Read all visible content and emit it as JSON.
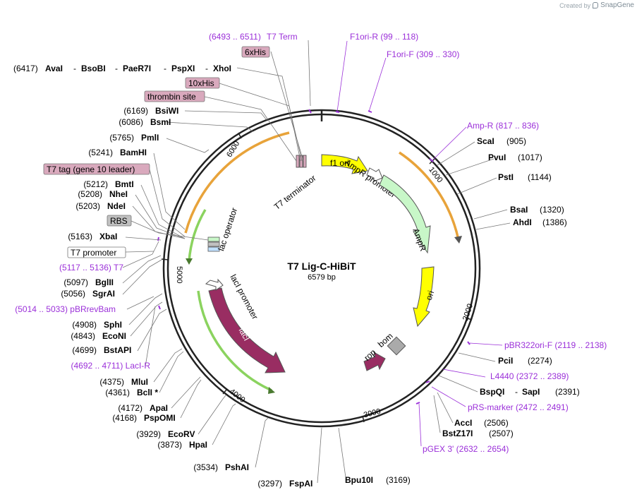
{
  "credit": {
    "prefix": "Created by",
    "brand": "SnapGene"
  },
  "plasmid": {
    "name": "T7 Lig-C-HiBiT",
    "length": "6579 bp",
    "size": 6579
  },
  "ticks": [
    "1000",
    "2000",
    "3000",
    "4000",
    "5000",
    "6000"
  ],
  "features": [
    {
      "name": "T7 terminator",
      "type": "terminator"
    },
    {
      "name": "f1 ori",
      "type": "rep_origin"
    },
    {
      "name": "AmpR promoter",
      "type": "promoter"
    },
    {
      "name": "AmpR",
      "type": "CDS"
    },
    {
      "name": "ori",
      "type": "rep_origin"
    },
    {
      "name": "bom",
      "type": "misc"
    },
    {
      "name": "rop",
      "type": "CDS"
    },
    {
      "name": "lacI",
      "type": "CDS"
    },
    {
      "name": "lacI promoter",
      "type": "promoter"
    },
    {
      "name": "lac operator",
      "type": "protein_bind"
    }
  ],
  "left_labels": [
    {
      "kind": "primer",
      "name": "T7 Term",
      "range": "(6493 .. 6511)"
    },
    {
      "kind": "box",
      "name": "6xHis"
    },
    {
      "kind": "enzymes",
      "pos": "(6417)",
      "names": [
        "AvaI",
        "BsoBI",
        "PaeR7I",
        "PspXI",
        "XhoI"
      ]
    },
    {
      "kind": "box",
      "name": "10xHis"
    },
    {
      "kind": "box",
      "name": "thrombin site"
    },
    {
      "kind": "site",
      "pos": "(6169)",
      "name": "BsiWI"
    },
    {
      "kind": "site",
      "pos": "(6086)",
      "name": "BsmI"
    },
    {
      "kind": "site",
      "pos": "(5765)",
      "name": "PmlI"
    },
    {
      "kind": "site",
      "pos": "(5241)",
      "name": "BamHI"
    },
    {
      "kind": "box",
      "name": "T7 tag (gene 10 leader)"
    },
    {
      "kind": "site",
      "pos": "(5212)",
      "name": "BmtI"
    },
    {
      "kind": "site",
      "pos": "(5208)",
      "name": "NheI"
    },
    {
      "kind": "site",
      "pos": "(5203)",
      "name": "NdeI"
    },
    {
      "kind": "graybox",
      "name": "RBS"
    },
    {
      "kind": "site",
      "pos": "(5163)",
      "name": "XbaI"
    },
    {
      "kind": "whitebox",
      "name": "T7 promoter"
    },
    {
      "kind": "primer",
      "name": "T7",
      "range": "(5117 .. 5136)"
    },
    {
      "kind": "site",
      "pos": "(5097)",
      "name": "BglII"
    },
    {
      "kind": "site",
      "pos": "(5056)",
      "name": "SgrAI"
    },
    {
      "kind": "primer",
      "name": "pBRrevBam",
      "range": "(5014 .. 5033)"
    },
    {
      "kind": "site",
      "pos": "(4908)",
      "name": "SphI"
    },
    {
      "kind": "site",
      "pos": "(4843)",
      "name": "EcoNI"
    },
    {
      "kind": "site",
      "pos": "(4699)",
      "name": "BstAPI"
    },
    {
      "kind": "primer",
      "name": "LacI-R",
      "range": "(4692 .. 4711)"
    },
    {
      "kind": "site",
      "pos": "(4375)",
      "name": "MluI"
    },
    {
      "kind": "site",
      "pos": "(4361)",
      "name": "BclI *"
    },
    {
      "kind": "site",
      "pos": "(4172)",
      "name": "ApaI"
    },
    {
      "kind": "site",
      "pos": "(4168)",
      "name": "PspOMI"
    },
    {
      "kind": "site",
      "pos": "(3929)",
      "name": "EcoRV"
    },
    {
      "kind": "site",
      "pos": "(3873)",
      "name": "HpaI"
    },
    {
      "kind": "site",
      "pos": "(3534)",
      "name": "PshAI"
    },
    {
      "kind": "site",
      "pos": "(3297)",
      "name": "FspAI"
    }
  ],
  "right_labels": [
    {
      "kind": "primer",
      "name": "F1ori-R",
      "range": "(99 .. 118)"
    },
    {
      "kind": "primer",
      "name": "F1ori-F",
      "range": "(309 .. 330)"
    },
    {
      "kind": "primer",
      "name": "Amp-R",
      "range": "(817 .. 836)"
    },
    {
      "kind": "site",
      "name": "ScaI",
      "pos": "(905)"
    },
    {
      "kind": "site",
      "name": "PvuI",
      "pos": "(1017)"
    },
    {
      "kind": "site",
      "name": "PstI",
      "pos": "(1144)"
    },
    {
      "kind": "site",
      "name": "BsaI",
      "pos": "(1320)"
    },
    {
      "kind": "site",
      "name": "AhdI",
      "pos": "(1386)"
    },
    {
      "kind": "primer",
      "name": "pBR322ori-F",
      "range": "(2119 .. 2138)"
    },
    {
      "kind": "site",
      "name": "PciI",
      "pos": "(2274)"
    },
    {
      "kind": "primer",
      "name": "L4440",
      "range": "(2372 .. 2389)"
    },
    {
      "kind": "enzymes",
      "names": [
        "BspQI",
        "SapI"
      ],
      "pos": "(2391)"
    },
    {
      "kind": "primer",
      "name": "pRS-marker",
      "range": "(2472 .. 2491)"
    },
    {
      "kind": "site",
      "name": "AccI",
      "pos": "(2506)"
    },
    {
      "kind": "site",
      "name": "BstZ17I",
      "pos": "(2507)"
    },
    {
      "kind": "primer",
      "name": "pGEX 3'",
      "range": "(2632 .. 2654)"
    },
    {
      "kind": "site",
      "name": "Bpu10I",
      "pos": "(3169)"
    }
  ],
  "colors": {
    "backbone": "#222222",
    "primer": "#9b30d9",
    "cds_amp": "#c8f7c8",
    "ori": "#ffff00",
    "lacI": "#992d62",
    "box_fill": "#d9a9bd",
    "orange_arc": "#e8a33a",
    "green_arc": "#8bd35f"
  }
}
